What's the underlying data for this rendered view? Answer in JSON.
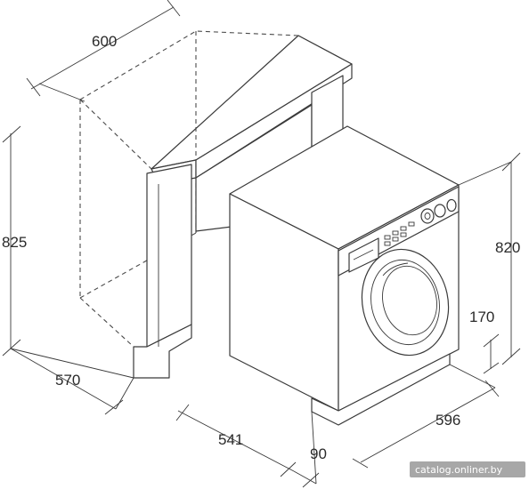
{
  "dimensions": {
    "countertop_width": "600",
    "cabinet_height": "825",
    "cabinet_depth": "570",
    "machine_height": "820",
    "toe_kick_height": "170",
    "machine_width": "596",
    "machine_depth": "541",
    "door_offset": "90"
  },
  "watermark": "catalog.onliner.by"
}
